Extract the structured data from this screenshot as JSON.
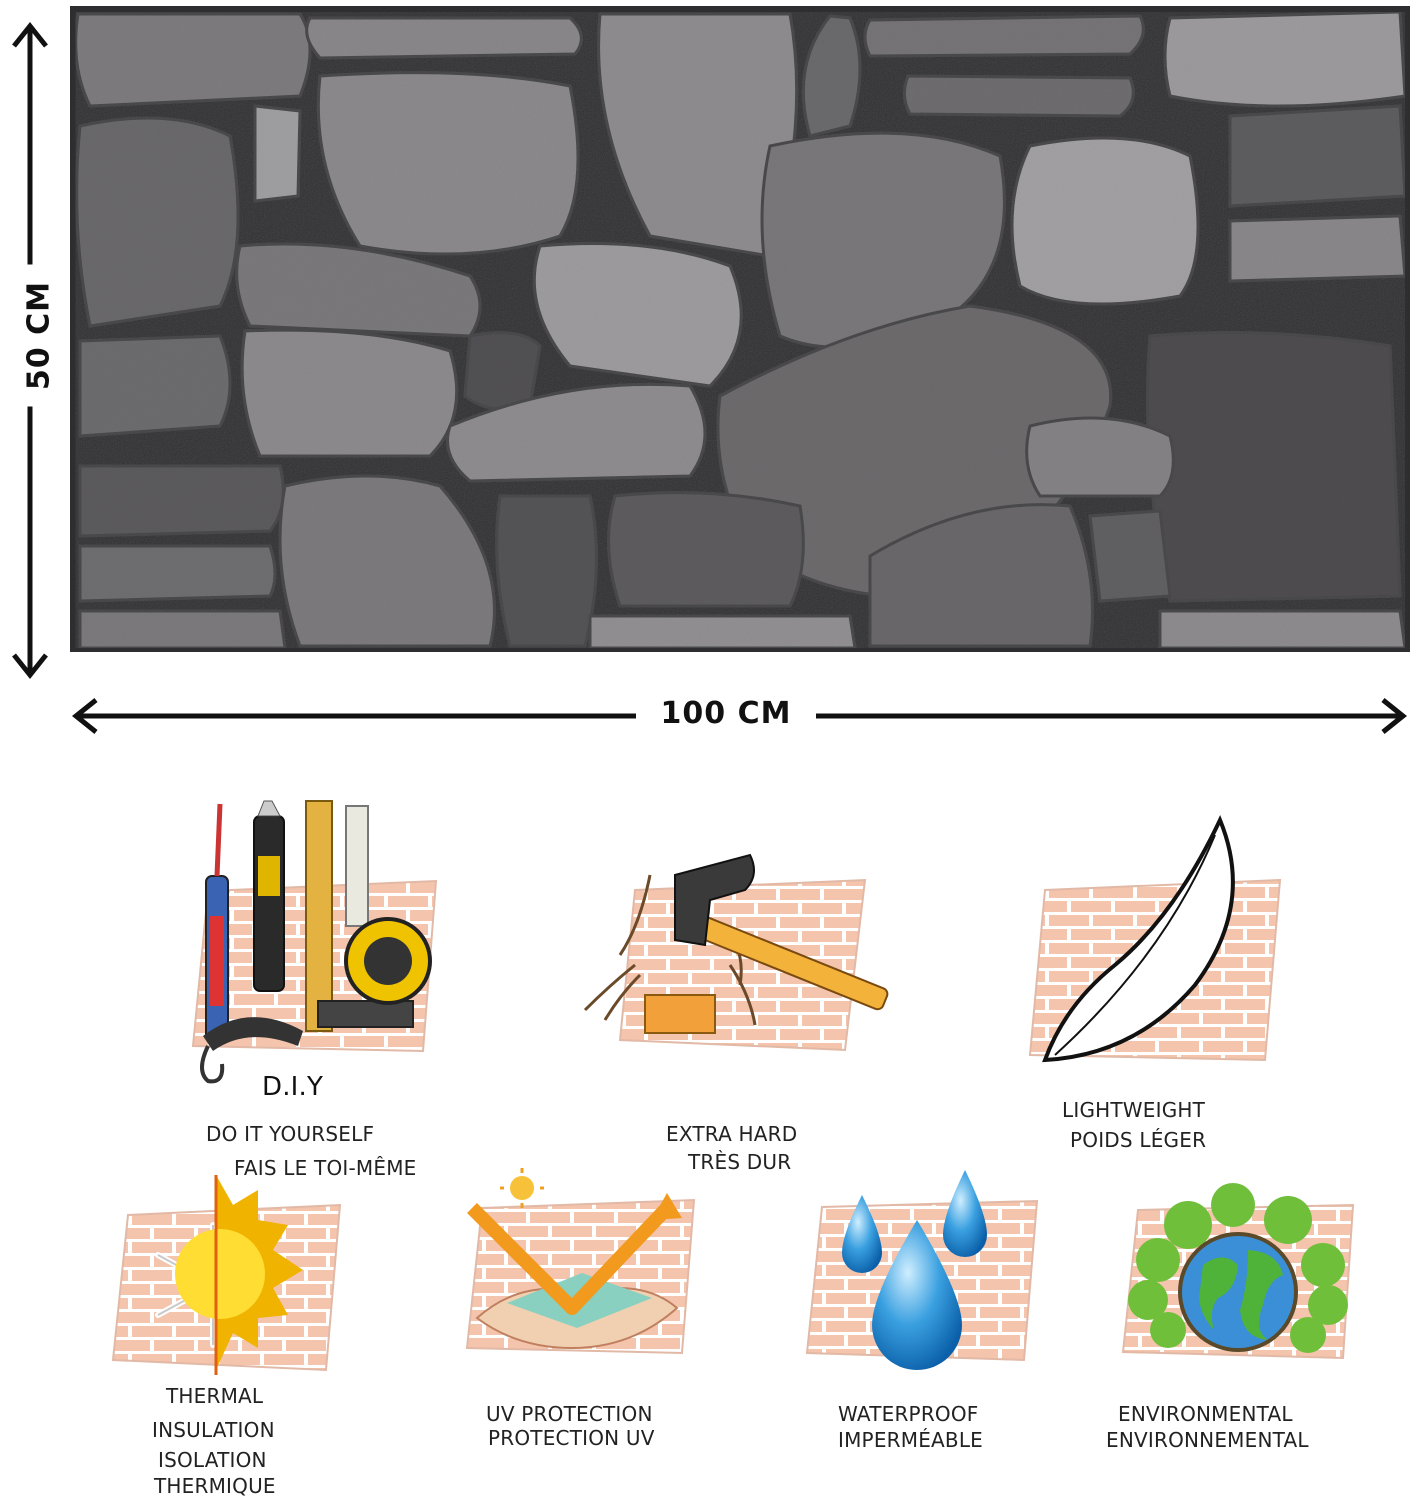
{
  "dimensions": {
    "height_label": "50 CM",
    "width_label": "100 CM"
  },
  "features": {
    "diy": {
      "title": "D.I.Y",
      "line1": "DO IT YOURSELF",
      "line2": "FAIS LE TOI-MÊME",
      "icon": "tools-icon"
    },
    "extra_hard": {
      "line1": "EXTRA HARD",
      "line2": "TRÈS DUR",
      "icon": "hammer-icon"
    },
    "lightweight": {
      "line1": "LIGHTWEIGHT",
      "line2": "POIDS LÉGER",
      "icon": "feather-icon"
    },
    "thermal": {
      "line1": "THERMAL",
      "line2": "INSULATION",
      "line3": "ISOLATION",
      "line4": "THERMIQUE",
      "icon": "sun-snowflake-icon"
    },
    "uv": {
      "line1": "UV PROTECTION",
      "line2": "PROTECTION UV",
      "icon": "uv-shield-icon"
    },
    "waterproof": {
      "line1": "WATERPROOF",
      "line2": "IMPERMÉABLE",
      "icon": "water-drops-icon"
    },
    "environmental": {
      "line1": "ENVIRONMENTAL",
      "line2": "ENVIRONNEMENTAL",
      "icon": "earth-trees-icon"
    }
  },
  "colors": {
    "brick_fill": "#f4c4ac",
    "brick_mortar": "#ffffff",
    "stone_dark": "#2b2b2d",
    "arrow": "#111111"
  }
}
